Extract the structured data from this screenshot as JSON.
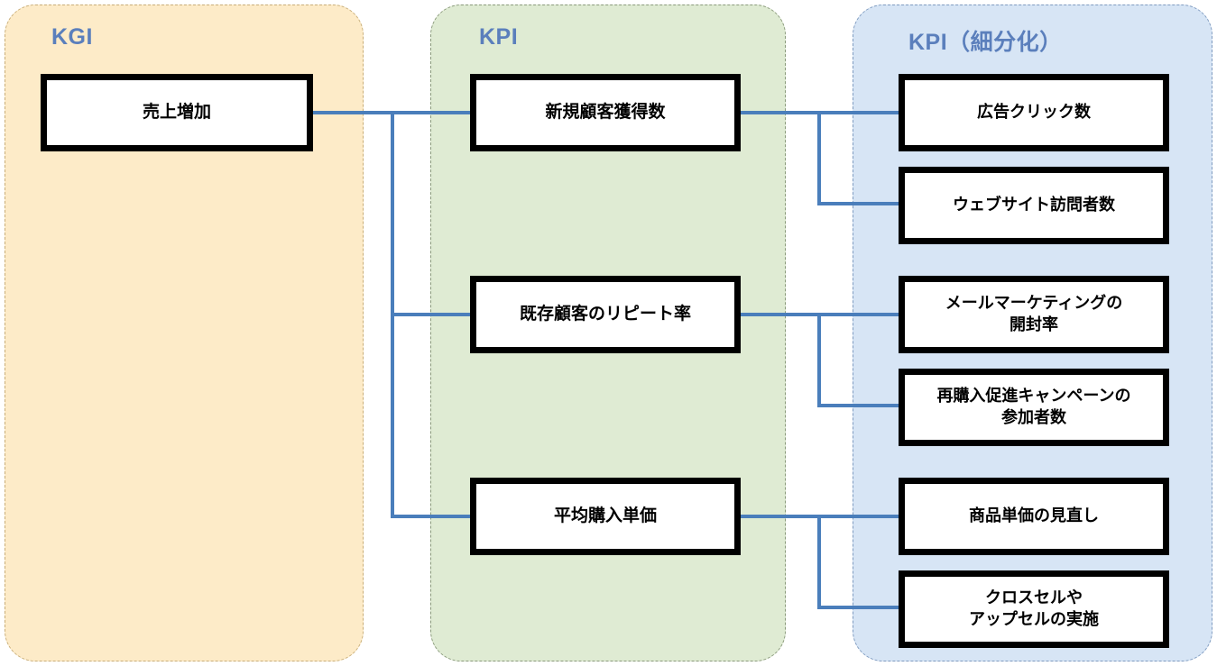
{
  "columns": [
    {
      "id": "kgi",
      "title": "KGI",
      "bg": "#fdebc8",
      "border": "#c9ae78"
    },
    {
      "id": "kpi",
      "title": "KPI",
      "bg": "#dfebd3",
      "border": "#8a9a7b"
    },
    {
      "id": "kpi_detail",
      "title": "KPI（細分化）",
      "bg": "#d7e5f5",
      "border": "#7f9bc0"
    }
  ],
  "theme": {
    "title_color": "#5b7fbc",
    "connector_color": "#4a7ebb",
    "node_border_color": "#000000",
    "node_fill": "#ffffff",
    "page_background": "#ffffff"
  },
  "kgi": {
    "nodes": [
      {
        "label": "売上増加"
      }
    ]
  },
  "kpi": {
    "nodes": [
      {
        "label": "新規顧客獲得数"
      },
      {
        "label": "既存顧客のリピート率"
      },
      {
        "label": "平均購入単価"
      }
    ]
  },
  "kpi_detail": {
    "nodes": [
      {
        "label": "広告クリック数",
        "line1": "広告クリック数",
        "line2": ""
      },
      {
        "label": "ウェブサイト訪問者数",
        "line1": "ウェブサイト訪問者数",
        "line2": ""
      },
      {
        "label": "メールマーケティングの開封率",
        "line1": "メールマーケティングの",
        "line2": "開封率"
      },
      {
        "label": "再購入促進キャンペーンの参加者数",
        "line1": "再購入促進キャンペーンの",
        "line2": "参加者数"
      },
      {
        "label": "商品単価の見直し",
        "line1": "商品単価の見直し",
        "line2": ""
      },
      {
        "label": "クロスセルやアップセルの実施",
        "line1": "クロスセルや",
        "line2": "アップセルの実施"
      }
    ]
  },
  "relationships": {
    "kgi_to_kpi": [
      {
        "from": "売上増加",
        "to": "新規顧客獲得数"
      },
      {
        "from": "売上増加",
        "to": "既存顧客のリピート率"
      },
      {
        "from": "売上増加",
        "to": "平均購入単価"
      }
    ],
    "kpi_to_detail": [
      {
        "from": "新規顧客獲得数",
        "to": "広告クリック数"
      },
      {
        "from": "新規顧客獲得数",
        "to": "ウェブサイト訪問者数"
      },
      {
        "from": "既存顧客のリピート率",
        "to": "メールマーケティングの開封率"
      },
      {
        "from": "既存顧客のリピート率",
        "to": "再購入促進キャンペーンの参加者数"
      },
      {
        "from": "平均購入単価",
        "to": "商品単価の見直し"
      },
      {
        "from": "平均購入単価",
        "to": "クロスセルやアップセルの実施"
      }
    ]
  }
}
